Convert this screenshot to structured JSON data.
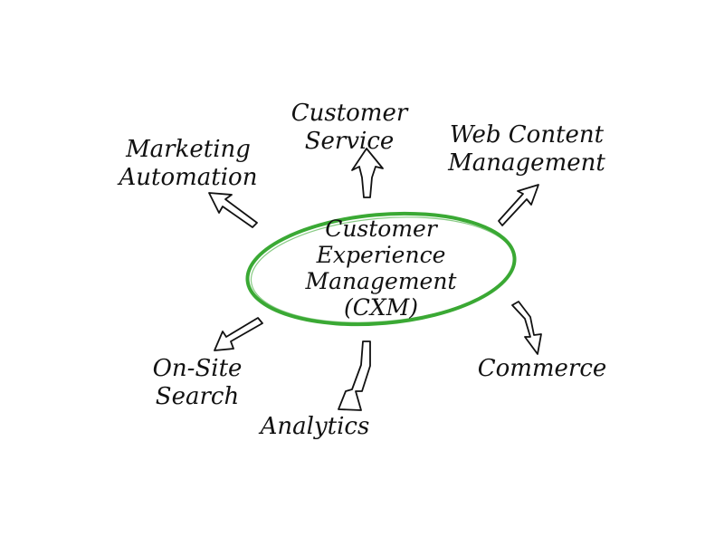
{
  "center": {
    "lines": [
      "Customer",
      "Experience",
      "Management",
      "(CXM)"
    ],
    "color": "#3aa934"
  },
  "nodes": [
    {
      "id": "customer-service",
      "lines": [
        "Customer",
        "Service"
      ]
    },
    {
      "id": "marketing-automation",
      "lines": [
        "Marketing",
        "Automation"
      ]
    },
    {
      "id": "web-content-management",
      "lines": [
        "Web Content",
        "Management"
      ]
    },
    {
      "id": "on-site-search",
      "lines": [
        "On-Site",
        "Search"
      ]
    },
    {
      "id": "analytics",
      "lines": [
        "Analytics"
      ]
    },
    {
      "id": "commerce",
      "lines": [
        "Commerce"
      ]
    }
  ]
}
